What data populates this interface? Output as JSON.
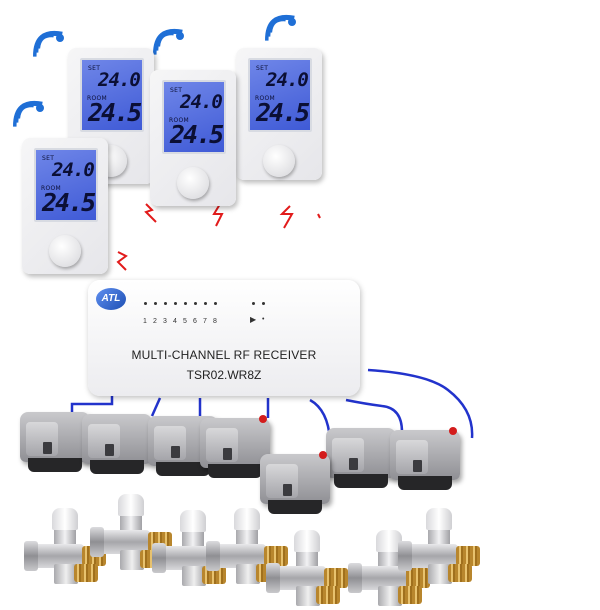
{
  "thermostats": [
    {
      "set_label": "SET",
      "set_value": "24.0",
      "room_label": "ROOM",
      "room_value": "24.5"
    },
    {
      "set_label": "SET",
      "set_value": "24.0",
      "room_label": "ROOM",
      "room_value": "24.5"
    },
    {
      "set_label": "SET",
      "set_value": "24.0",
      "room_label": "ROOM",
      "room_value": "24.5"
    },
    {
      "set_label": "SET",
      "set_value": "24.0",
      "room_label": "ROOM",
      "room_value": "24.5"
    }
  ],
  "receiver": {
    "logo": "ATL",
    "channels": [
      "1",
      "2",
      "3",
      "4",
      "5",
      "6",
      "7",
      "8"
    ],
    "title": "MULTI-CHANNEL RF RECEIVER",
    "model": "TSR02.WR8Z"
  },
  "icons": {
    "wireless": "wifi-signal-icon",
    "rf_link": "lightning-bolt-icon",
    "actuator": "thermal-actuator",
    "valve": "radiator-valve"
  },
  "colors": {
    "lcd": "#4a63dc",
    "wifi": "#1f6fd6",
    "rf_link": "#e21b1b",
    "wiring": "#2233cc",
    "brass": "#c99a42"
  }
}
